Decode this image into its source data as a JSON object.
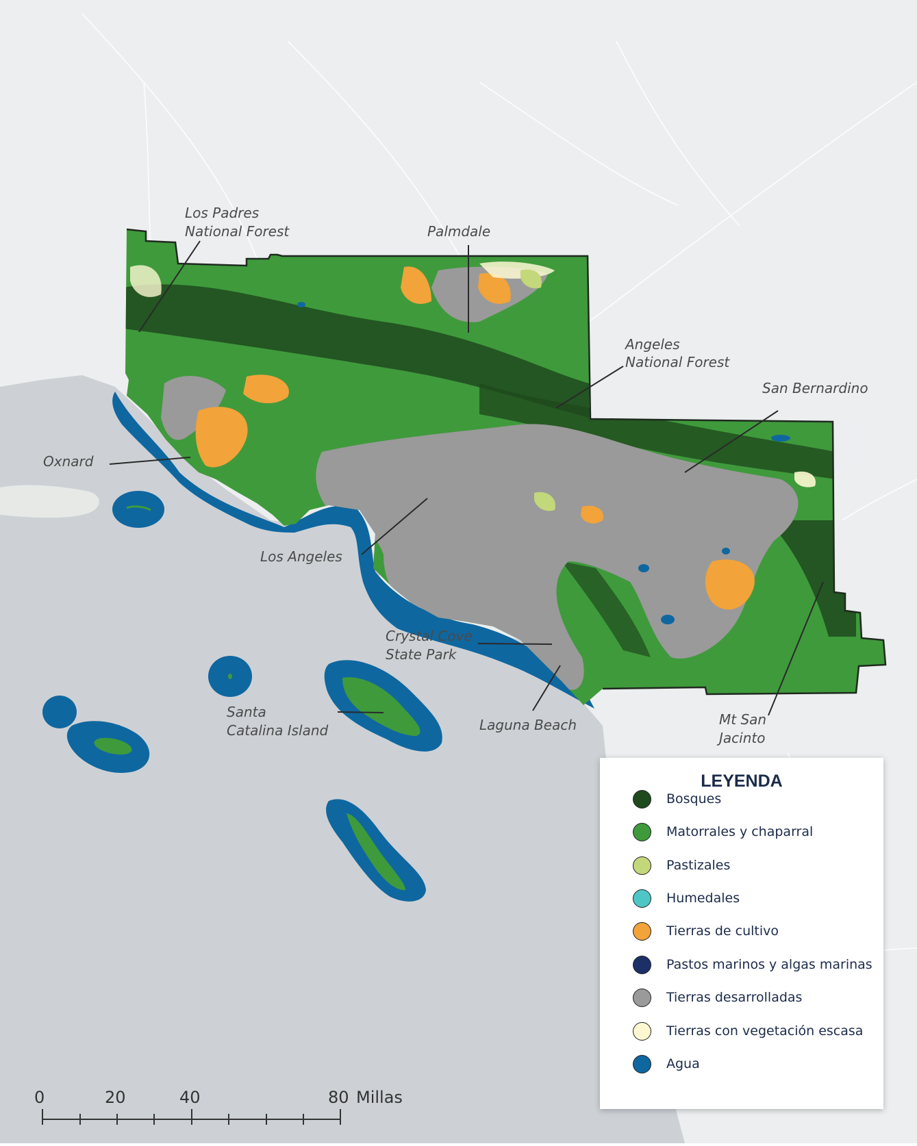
{
  "labels": {
    "los_padres": [
      "Los Padres",
      "National Forest"
    ],
    "palmdale": "Palmdale",
    "angeles": [
      "Angeles",
      "National Forest"
    ],
    "san_bernardino": "San Bernardino",
    "oxnard": "Oxnard",
    "los_angeles": "Los Angeles",
    "crystal_cove": [
      "Crystal Cove",
      "State Park"
    ],
    "catalina": [
      "Santa",
      "Catalina Island"
    ],
    "laguna": "Laguna Beach",
    "mt_san_jacinto": [
      "Mt San",
      "Jacinto"
    ]
  },
  "legend": {
    "title": "LEYENDA",
    "items": [
      {
        "label": "Bosques",
        "color": "#1f4a1d"
      },
      {
        "label": "Matorrales y chaparral",
        "color": "#3f9a3c"
      },
      {
        "label": "Pastizales",
        "color": "#c3d77b"
      },
      {
        "label": "Humedales",
        "color": "#4fc6c6"
      },
      {
        "label": "Tierras de cultivo",
        "color": "#f2a33a"
      },
      {
        "label": "Pastos marinos y algas marinas",
        "color": "#1c2f66"
      },
      {
        "label": "Tierras desarrolladas",
        "color": "#9a9a9a"
      },
      {
        "label": "Tierras con vegetación escasa",
        "color": "#fdf8d2"
      },
      {
        "label": "Agua",
        "color": "#0f67a0"
      }
    ]
  },
  "scale_bar": {
    "ticks": [
      "0",
      "20",
      "40",
      "80"
    ],
    "unit": "Millas"
  },
  "colors": {
    "ocean": "#cdd1d5",
    "land_bg": "#eceeef",
    "forest": "#1f4a1d",
    "shrub": "#3f9a3c",
    "grass": "#c3d77b",
    "crop": "#f2a33a",
    "developed": "#9a9a9a",
    "water": "#0f67a0",
    "sparse": "#fdf8d2"
  }
}
